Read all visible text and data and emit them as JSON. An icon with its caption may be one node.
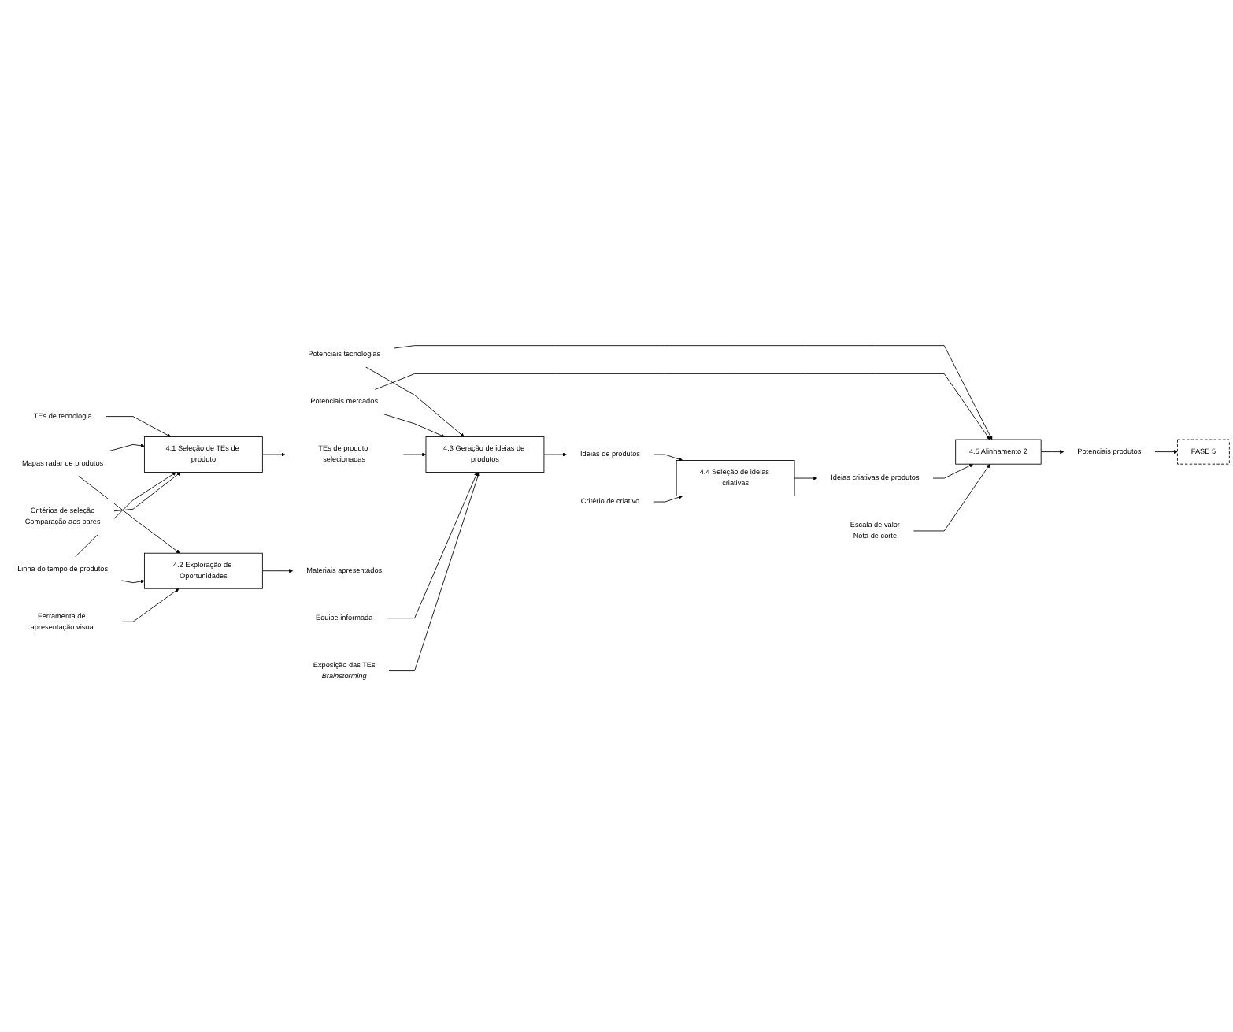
{
  "diagram": {
    "nodes": [
      {
        "text": [
          "TEs de tecnologia"
        ]
      },
      {
        "text": [
          "Potenciais tecnologias"
        ]
      },
      {
        "text": [
          "Potenciais mercados"
        ]
      },
      {
        "text": [
          "Mapas radar de produtos"
        ]
      },
      {
        "text": [
          "Linha do tempo de produtos"
        ]
      },
      {
        "text": [
          "4.1 Seleção de TEs de produto"
        ]
      },
      {
        "text": [
          "TEs de produto selecionadas"
        ]
      },
      {
        "text": [
          "Critérios de seleção",
          "Comparação aos pares"
        ]
      },
      {
        "text": [
          "4.2 Exploração de Oportunidades"
        ]
      },
      {
        "text": [
          "Materiais apresentados"
        ]
      },
      {
        "text": [
          "Equipe informada"
        ]
      },
      {
        "text": [
          "4.3 Geração de ideias de produtos"
        ]
      },
      {
        "text": [
          "Ideias de produtos"
        ]
      },
      {
        "text": [
          "Ferramenta de apresentação visual"
        ]
      },
      {
        "text": [
          "Exposição das TEs",
          "*Brainstorming*"
        ]
      },
      {
        "text": [
          "4.4 Seleção de ideias criativas"
        ]
      },
      {
        "text": [
          "Ideias criativas de produtos"
        ]
      },
      {
        "text": [
          "4.5 Alinhamento 2"
        ]
      },
      {
        "text": [
          "Potenciais produtos"
        ]
      },
      {
        "text": [
          "Critério de criativo"
        ]
      },
      {
        "text": [
          "Escala de valor",
          "Nota de corte"
        ]
      },
      {
        "text": [
          "FASE 5"
        ]
      }
    ],
    "edges": [
      {
        "from": 0,
        "to": 5,
        "arrow": "to"
      },
      {
        "from": 3,
        "to": 5,
        "arrow": "to"
      },
      {
        "from": 4,
        "to": 5,
        "arrow": "to"
      },
      {
        "from": 1,
        "to": 11,
        "arrow": "to"
      },
      {
        "from": 2,
        "to": 11,
        "arrow": "to"
      },
      {
        "from": 1,
        "to": 17,
        "arrow": "to"
      },
      {
        "from": 2,
        "to": 17,
        "arrow": "to"
      },
      {
        "from": 3,
        "to": 8,
        "arrow": "to"
      },
      {
        "from": 4,
        "to": 8,
        "arrow": "to"
      },
      {
        "from": 5,
        "to": 6,
        "arrow": "to"
      },
      {
        "from": 7,
        "to": 5,
        "arrow": "to"
      },
      {
        "from": 6,
        "to": 11,
        "arrow": "to"
      },
      {
        "from": 8,
        "to": 9,
        "arrow": "to"
      },
      {
        "from": 10,
        "to": 11,
        "arrow": "to"
      },
      {
        "from": 13,
        "to": 8,
        "arrow": "to"
      },
      {
        "from": 11,
        "to": 12,
        "arrow": "to"
      },
      {
        "from": 14,
        "to": 11,
        "arrow": "to"
      },
      {
        "from": 12,
        "to": 15,
        "arrow": "to"
      },
      {
        "from": 15,
        "to": 16,
        "arrow": "to"
      },
      {
        "from": 16,
        "to": 17,
        "arrow": "to"
      },
      {
        "from": 19,
        "to": 15,
        "arrow": "to"
      },
      {
        "from": 17,
        "to": 18,
        "arrow": "to"
      },
      {
        "from": 20,
        "to": 17,
        "arrow": "to"
      },
      {
        "from": 18,
        "to": 21,
        "arrow": "to"
      }
    ]
  }
}
